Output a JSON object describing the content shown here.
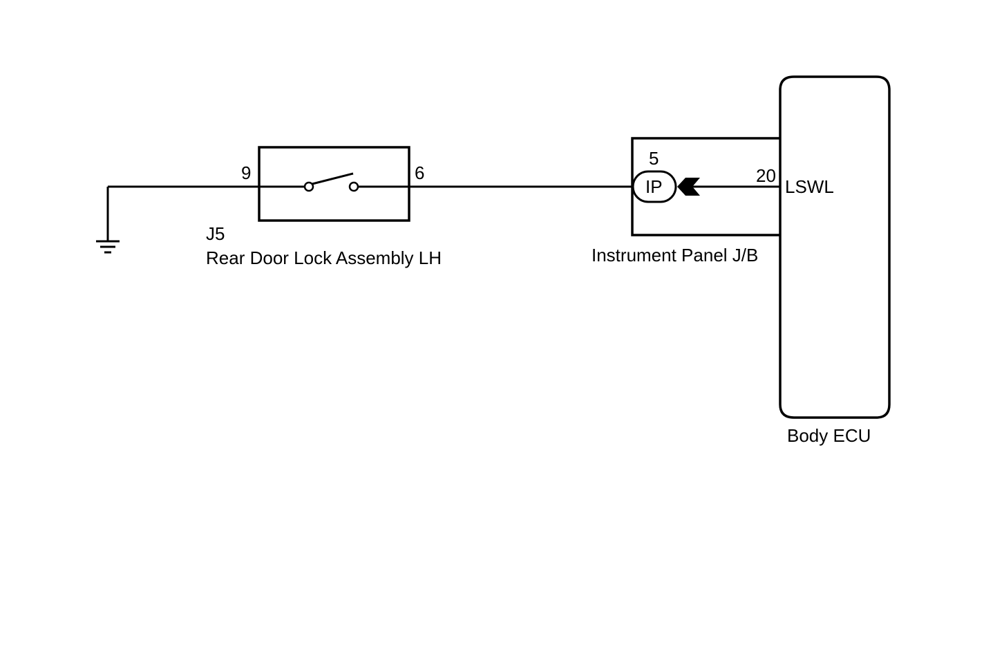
{
  "colors": {
    "line": "#000000",
    "background": "#ffffff"
  },
  "components": {
    "door_lock": {
      "code": "J5",
      "name": "Rear Door Lock Assembly LH",
      "pin_left": "9",
      "pin_right": "6"
    },
    "junction_block": {
      "name": "Instrument Panel J/B",
      "pin": "5",
      "connector_code": "IP"
    },
    "ecu": {
      "name": "Body ECU",
      "pin": "20",
      "signal": "LSWL"
    }
  },
  "icons": {
    "ground": "ground-icon",
    "switch": "switch-icon",
    "connector_arrow": "connector-arrow-icon"
  }
}
